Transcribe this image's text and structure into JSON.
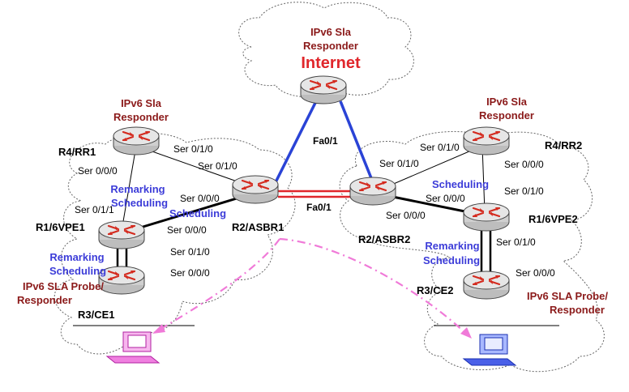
{
  "colors": {
    "responder_text": "#8b1a1a",
    "qos_text": "#3c3cd8",
    "internet_text": "#e0262b",
    "wan_link": "#2a43d6",
    "interas_link": "#e0262b",
    "probe_path": "#f07ad8",
    "router_body": "#d8d8d8",
    "router_arrow": "#d42a1e",
    "cloud_outline": "#666666"
  },
  "internet": {
    "role_line1": "IPv6 Sla",
    "role_line2": "Responder",
    "title": "Internet"
  },
  "routers": {
    "r4_rr1": "R4/RR1",
    "r1_6vpe1": "R1/6VPE1",
    "r3_ce1": "R3/CE1",
    "r2_asbr1": "R2/ASBR1",
    "r2_asbr2": "R2/ASBR2",
    "r4_rr2": "R4/RR2",
    "r1_6vpe2": "R1/6VPE2",
    "r3_ce2": "R3/CE2"
  },
  "roles": {
    "rr1_line1": "IPv6 Sla",
    "rr1_line2": "Responder",
    "rr2_line1": "IPv6 Sla",
    "rr2_line2": "Responder",
    "ce1_line1": "IPv6 SLA Probe/",
    "ce1_line2": "Responder",
    "ce2_line1": "IPv6 SLA Probe/",
    "ce2_line2": "Responder"
  },
  "qos": {
    "left_mid_1": "Remarking",
    "left_mid_2": "Scheduling",
    "left_asbr": "Scheduling",
    "left_ce_1": "Remarking",
    "left_ce_2": "Scheduling",
    "right_asbr": "Scheduling",
    "right_ce_1": "Remarking",
    "right_ce_2": "Scheduling"
  },
  "interfaces": {
    "l_rr1_s000": "Ser 0/0/0",
    "l_rr1_s010": "Ser 0/1/0",
    "l_asbr_s010": "Ser 0/1/0",
    "l_asbr_s000": "Ser 0/0/0",
    "l_vpe_s011": "Ser 0/1/1",
    "l_vpe_s000": "Ser 0/0/0",
    "l_vpe_s010": "Ser 0/1/0",
    "l_ce_s000": "Ser 0/0/0",
    "fa_left": "Fa0/1",
    "fa_mid": "Fa0/1",
    "r_rr2_s010": "Ser 0/1/0",
    "r_asbr_s010": "Ser 0/1/0",
    "r_rr2_s000": "Ser 0/0/0",
    "r_vpe_s010a": "Ser 0/1/0",
    "r_vpe_s000": "Ser 0/0/0",
    "r_asbr_s000": "Ser 0/0/0",
    "r_vpe_s010b": "Ser 0/1/0",
    "r_ce_s000": "Ser 0/0/0"
  }
}
